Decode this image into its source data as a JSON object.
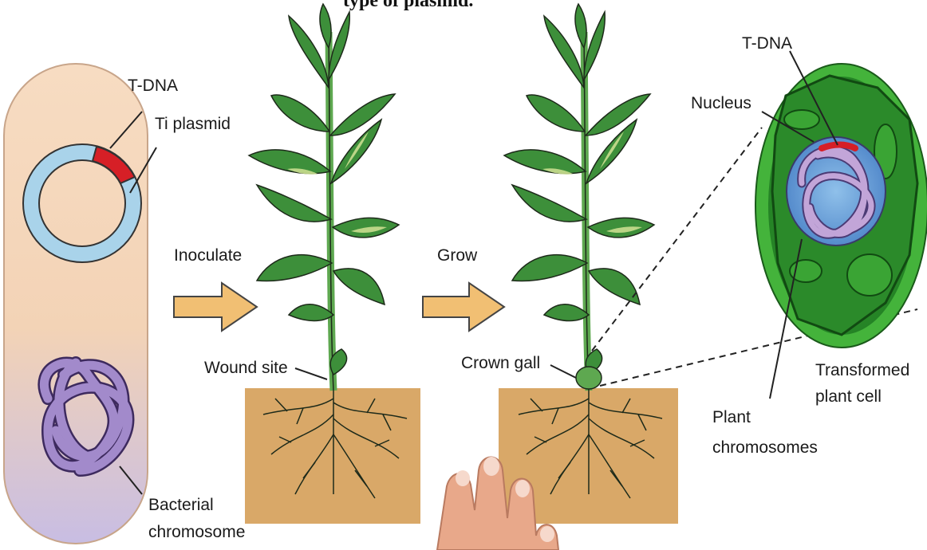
{
  "title": "type of plasmid.",
  "labels": {
    "t_dna_bacterium": "T-DNA",
    "ti_plasmid": "Ti plasmid",
    "bacterial_chromosome_line1": "Bacterial",
    "bacterial_chromosome_line2": "chromosome",
    "inoculate": "Inoculate",
    "grow": "Grow",
    "wound_site": "Wound site",
    "crown_gall": "Crown gall",
    "t_dna_cell": "T-DNA",
    "nucleus": "Nucleus",
    "plant_chromosomes_line1": "Plant",
    "plant_chromosomes_line2": "chromosomes",
    "transformed_plant_cell_line1": "Transformed",
    "transformed_plant_cell_line2": "plant cell"
  },
  "colors": {
    "bacterium_top": "#f6d2b0",
    "bacterium_bottom": "#c9bce0",
    "plasmid_ring": "#a9d3ea",
    "t_dna": "#d61f26",
    "chromosome": "#9b7fc2",
    "arrow": "#f1bf73",
    "soil": "#d9a868",
    "leaf": "#3d8f3a",
    "stem": "#5ea850",
    "cell_outer": "#2f9a2c",
    "nucleus": "#6e9fd6"
  },
  "icons": [
    "bacterium-cell",
    "ti-plasmid",
    "bacterial-chromosome",
    "arrow-right",
    "plant",
    "soil-block",
    "plant-cell",
    "hand"
  ]
}
